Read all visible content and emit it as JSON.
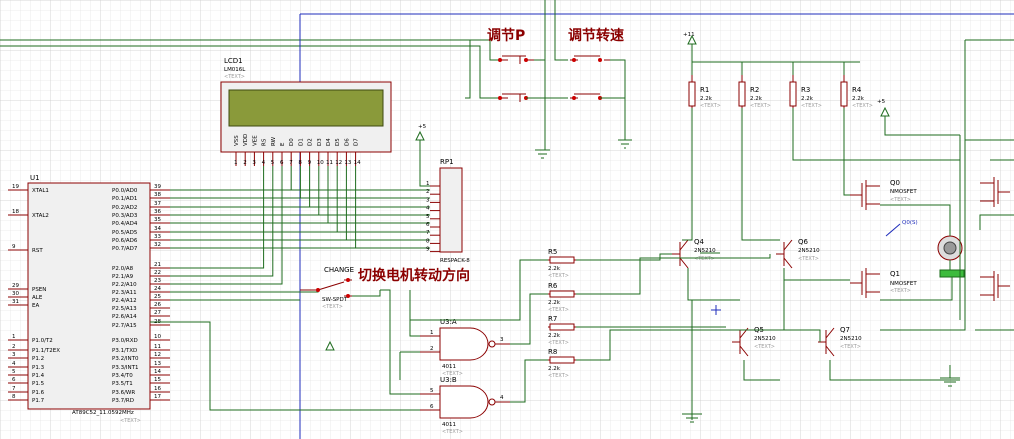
{
  "lcd": {
    "ref": "LCD1",
    "part": "LM016L",
    "text": "<TEXT>",
    "pins": [
      "VSS",
      "VDD",
      "VEE",
      "RS",
      "RW",
      "E",
      "D0",
      "D1",
      "D2",
      "D3",
      "D4",
      "D5",
      "D6",
      "D7"
    ],
    "pin_nums": [
      "1",
      "2",
      "3",
      "4",
      "5",
      "6",
      "7",
      "8",
      "9",
      "10",
      "11",
      "12",
      "13",
      "14"
    ]
  },
  "mcu": {
    "ref": "U1",
    "part": "AT89C52_11.0592MHz",
    "text": "<TEXT>",
    "left_pins": [
      {
        "num": "19",
        "name": "XTAL1"
      },
      {
        "num": "18",
        "name": "XTAL2"
      },
      {
        "num": "9",
        "name": "RST"
      },
      {
        "num": "29",
        "name": "PSEN"
      },
      {
        "num": "30",
        "name": "ALE"
      },
      {
        "num": "31",
        "name": "EA"
      },
      {
        "num": "1",
        "name": "P1.0/T2"
      },
      {
        "num": "2",
        "name": "P1.1/T2EX"
      },
      {
        "num": "3",
        "name": "P1.2"
      },
      {
        "num": "4",
        "name": "P1.3"
      },
      {
        "num": "5",
        "name": "P1.4"
      },
      {
        "num": "6",
        "name": "P1.5"
      },
      {
        "num": "7",
        "name": "P1.6"
      },
      {
        "num": "8",
        "name": "P1.7"
      }
    ],
    "right_pins": [
      {
        "num": "39",
        "name": "P0.0/AD0"
      },
      {
        "num": "38",
        "name": "P0.1/AD1"
      },
      {
        "num": "37",
        "name": "P0.2/AD2"
      },
      {
        "num": "36",
        "name": "P0.3/AD3"
      },
      {
        "num": "35",
        "name": "P0.4/AD4"
      },
      {
        "num": "34",
        "name": "P0.5/AD5"
      },
      {
        "num": "33",
        "name": "P0.6/AD6"
      },
      {
        "num": "32",
        "name": "P0.7/AD7"
      },
      {
        "num": "21",
        "name": "P2.0/A8"
      },
      {
        "num": "22",
        "name": "P2.1/A9"
      },
      {
        "num": "23",
        "name": "P2.2/A10"
      },
      {
        "num": "24",
        "name": "P2.3/A11"
      },
      {
        "num": "25",
        "name": "P2.4/A12"
      },
      {
        "num": "26",
        "name": "P2.5/A13"
      },
      {
        "num": "27",
        "name": "P2.6/A14"
      },
      {
        "num": "28",
        "name": "P2.7/A15"
      },
      {
        "num": "10",
        "name": "P3.0/RXD"
      },
      {
        "num": "11",
        "name": "P3.1/TXD"
      },
      {
        "num": "12",
        "name": "P3.2/INT0"
      },
      {
        "num": "13",
        "name": "P3.3/INT1"
      },
      {
        "num": "14",
        "name": "P3.4/T0"
      },
      {
        "num": "15",
        "name": "P3.5/T1"
      },
      {
        "num": "16",
        "name": "P3.6/WR"
      },
      {
        "num": "17",
        "name": "P3.7/RD"
      }
    ]
  },
  "rp": {
    "ref": "RP1",
    "part": "RESPACK-8",
    "pins": [
      "1",
      "2",
      "3",
      "4",
      "5",
      "6",
      "7",
      "8",
      "9"
    ]
  },
  "buttons": {
    "p": "调节P",
    "speed": "调节转速"
  },
  "switch": {
    "ref": "CHANGE",
    "part": "SW-SPDT",
    "text": "<TEXT>",
    "caption": "切换电机转动方向"
  },
  "power": {
    "v11": "+11",
    "v5a": "+5",
    "v5b": "+5"
  },
  "resistors_top": [
    {
      "ref": "R1",
      "val": "2.2k"
    },
    {
      "ref": "R2",
      "val": "2.2k"
    },
    {
      "ref": "R3",
      "val": "2.2k"
    },
    {
      "ref": "R4",
      "val": "2.2k"
    }
  ],
  "resistors_mid": [
    {
      "ref": "R5",
      "val": "2.2k"
    },
    {
      "ref": "R6",
      "val": "2.2k"
    },
    {
      "ref": "R7",
      "val": "2.2k"
    },
    {
      "ref": "R8",
      "val": "2.2k"
    }
  ],
  "transistors": [
    {
      "ref": "Q4",
      "part": "2N5210"
    },
    {
      "ref": "Q6",
      "part": "2N5210"
    },
    {
      "ref": "Q5",
      "part": "2N5210"
    },
    {
      "ref": "Q7",
      "part": "2N5210"
    }
  ],
  "mosfets": [
    {
      "ref": "Q0",
      "part": "NMOSFET"
    },
    {
      "ref": "Q1",
      "part": "NMOSFET"
    }
  ],
  "gates": [
    {
      "ref": "U3:A",
      "part": "4011",
      "pins": [
        "1",
        "2",
        "3"
      ]
    },
    {
      "ref": "U3:B",
      "part": "4011",
      "pins": [
        "5",
        "6",
        "4"
      ]
    }
  ],
  "probe": {
    "label": "Q0(S)"
  },
  "text_placeholder": "<TEXT>"
}
